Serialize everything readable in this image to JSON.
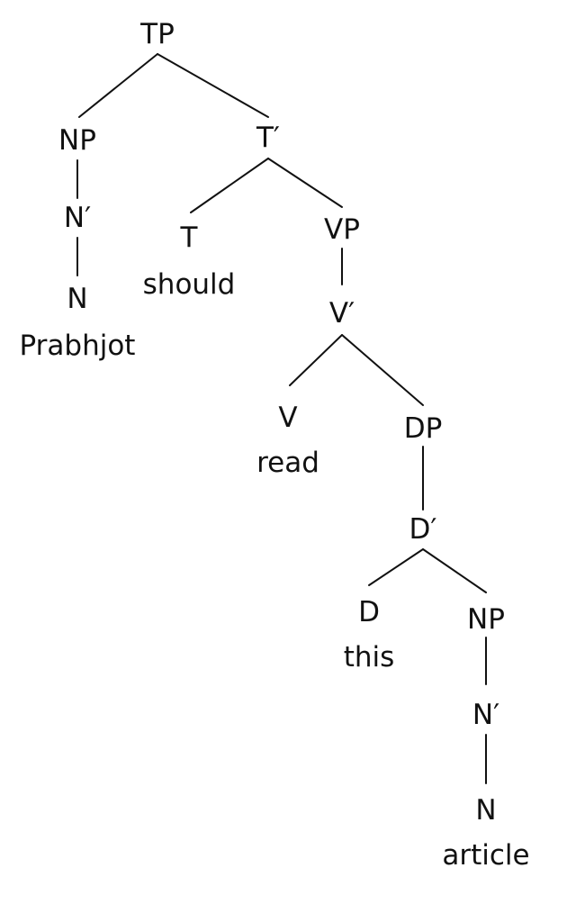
{
  "tree": {
    "nodes": {
      "tp": "TP",
      "np_subj": "NP",
      "nbar_subj": "N′",
      "n_subj": "N",
      "t_bar": "T′",
      "t": "T",
      "vp": "VP",
      "v_bar": "V′",
      "v": "V",
      "dp": "DP",
      "d_bar": "D′",
      "d": "D",
      "np_obj": "NP",
      "nbar_obj": "N′",
      "n_obj": "N"
    },
    "words": {
      "subject": "Prabhjot",
      "tense": "should",
      "verb": "read",
      "determiner": "this",
      "noun": "article"
    }
  },
  "colors": {
    "ink": "#111111",
    "background": "#ffffff"
  }
}
